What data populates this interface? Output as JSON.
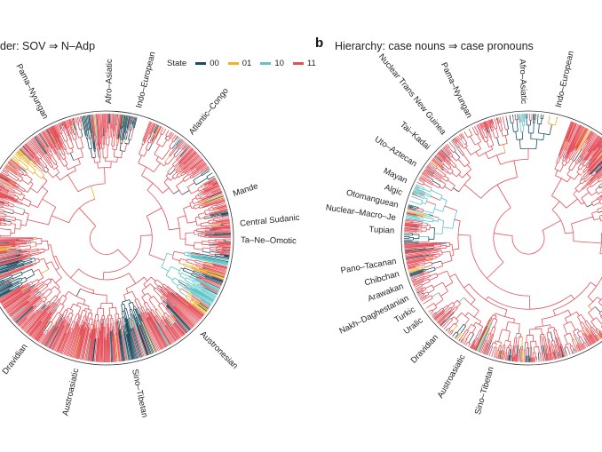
{
  "panel_a": {
    "title": "der: SOV ⇒ N–Adp",
    "clades": [
      "Pama–Nyungan",
      "Afro–Asiatic",
      "Indo–European",
      "Atlantic–Congo",
      "Mande",
      "Central Sudanic",
      "Ta–Ne–Omotic",
      "Austronesian",
      "Sino–Tibetan",
      "Austroasiatic",
      "Dravidian"
    ]
  },
  "panel_b": {
    "letter": "b",
    "title": "Hierarchy: case nouns ⇒ case pronouns",
    "clades": [
      "Nuclear Trans New Guinea",
      "Pama–Nyungan",
      "Afro–Asiatic",
      "Indo–European",
      "Tai–Kadai",
      "Uto–Aztecan",
      "Mayan",
      "Algic",
      "Otomanguean",
      "Nuclear–Macro–Je",
      "Tupian",
      "Pano–Tacanan",
      "Chibchan",
      "Arawakan",
      "Nakh–Daghestanian",
      "Turkic",
      "Uralic",
      "Dravidian",
      "Austroasiatic",
      "Sino–Tibetan"
    ]
  },
  "legend": {
    "label": "State",
    "states": [
      {
        "label": "00",
        "color": "#1f4d60"
      },
      {
        "label": "01",
        "color": "#efb126"
      },
      {
        "label": "10",
        "color": "#5dc5c6"
      },
      {
        "label": "11",
        "color": "#e4505a"
      }
    ]
  }
}
